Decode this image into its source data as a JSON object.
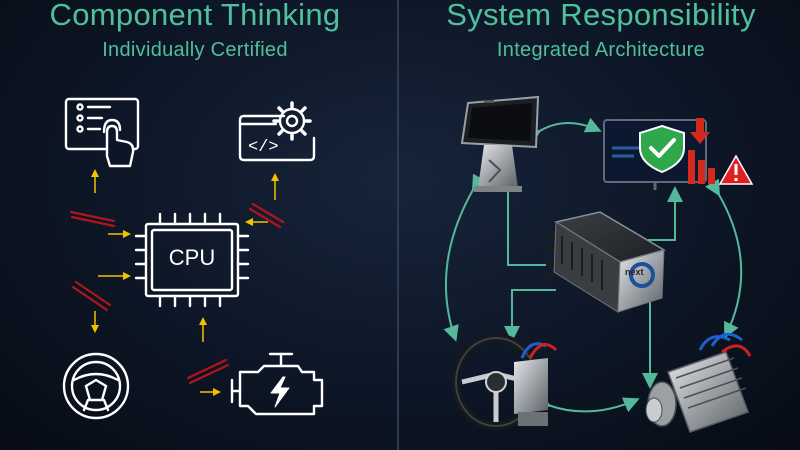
{
  "left": {
    "title": "Component Thinking",
    "subtitle": "Individually Certified",
    "cpu_label": "CPU"
  },
  "right": {
    "title": "System Responsibility",
    "subtitle": "Integrated Architecture",
    "ecu_brand": "next"
  },
  "colors": {
    "title": "#4fbf9c",
    "icon_stroke": "#ffffff",
    "arrow_yellow": "#f2c200",
    "blocked_red": "#b3141b",
    "connector_green": "#55b89a",
    "shield_green": "#2ea84a",
    "bars_red": "#d42a1e",
    "warning_red": "#e02020"
  }
}
